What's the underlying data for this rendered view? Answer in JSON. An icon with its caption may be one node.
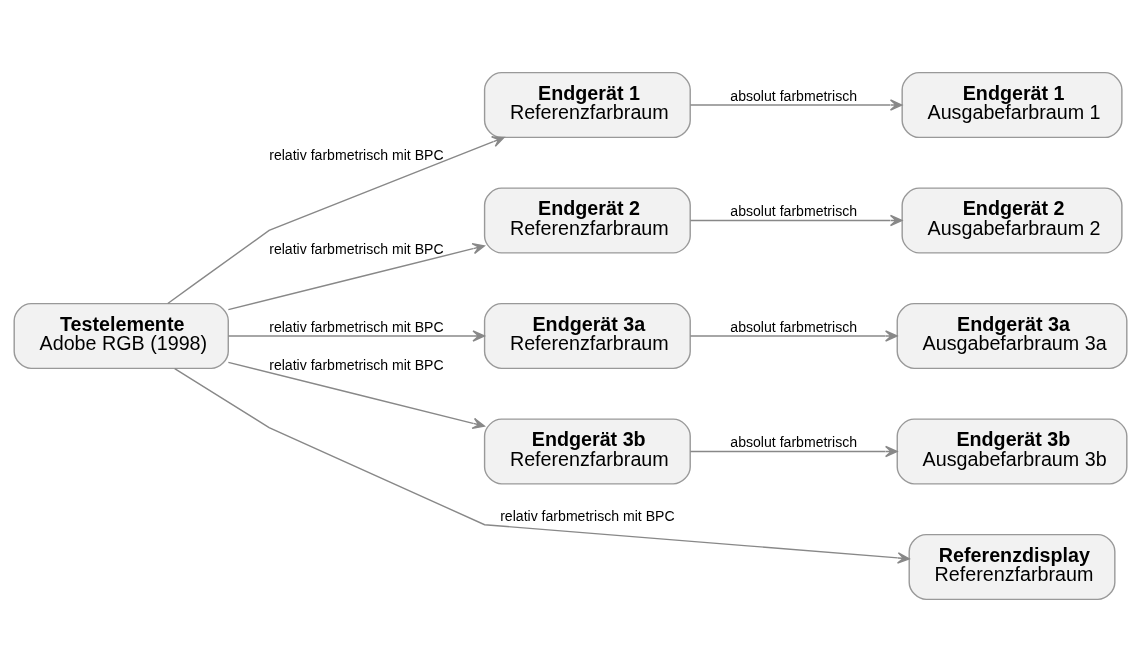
{
  "diagram": {
    "nodes": [
      {
        "text": [
          "Testelemente",
          "Adobe RGB (1998)"
        ]
      },
      {
        "text": [
          "Endgerät 1",
          "Referenzfarbraum"
        ]
      },
      {
        "text": [
          "Endgerät 2",
          "Referenzfarbraum"
        ]
      },
      {
        "text": [
          "Endgerät 3a",
          "Referenzfarbraum"
        ]
      },
      {
        "text": [
          "Endgerät 3b",
          "Referenzfarbraum"
        ]
      },
      {
        "text": [
          "Endgerät 1",
          "Ausgabefarbraum 1"
        ]
      },
      {
        "text": [
          "Endgerät 2",
          "Ausgabefarbraum 2"
        ]
      },
      {
        "text": [
          "Endgerät 3a",
          "Ausgabefarbraum 3a"
        ]
      },
      {
        "text": [
          "Endgerät 3b",
          "Ausgabefarbraum 3b"
        ]
      },
      {
        "text": [
          "Referenzdisplay",
          "Referenzfarbraum"
        ]
      }
    ],
    "edges": [
      {
        "from": 0,
        "to": 1,
        "arrow": "to",
        "label": "relativ farbmetrisch mit BPC"
      },
      {
        "from": 1,
        "to": 5,
        "arrow": "to",
        "label": "absolut farbmetrisch"
      },
      {
        "from": 0,
        "to": 2,
        "arrow": "to",
        "label": "relativ farbmetrisch mit BPC"
      },
      {
        "from": 2,
        "to": 6,
        "arrow": "to",
        "label": "absolut farbmetrisch"
      },
      {
        "from": 0,
        "to": 3,
        "arrow": "to",
        "label": "relativ farbmetrisch mit BPC"
      },
      {
        "from": 3,
        "to": 7,
        "arrow": "to",
        "label": "absolut farbmetrisch"
      },
      {
        "from": 0,
        "to": 4,
        "arrow": "to",
        "label": "relativ farbmetrisch mit BPC"
      },
      {
        "from": 4,
        "to": 8,
        "arrow": "to",
        "label": "absolut farbmetrisch"
      },
      {
        "from": 0,
        "to": 9,
        "arrow": "to",
        "label": "relativ farbmetrisch mit BPC"
      }
    ]
  }
}
